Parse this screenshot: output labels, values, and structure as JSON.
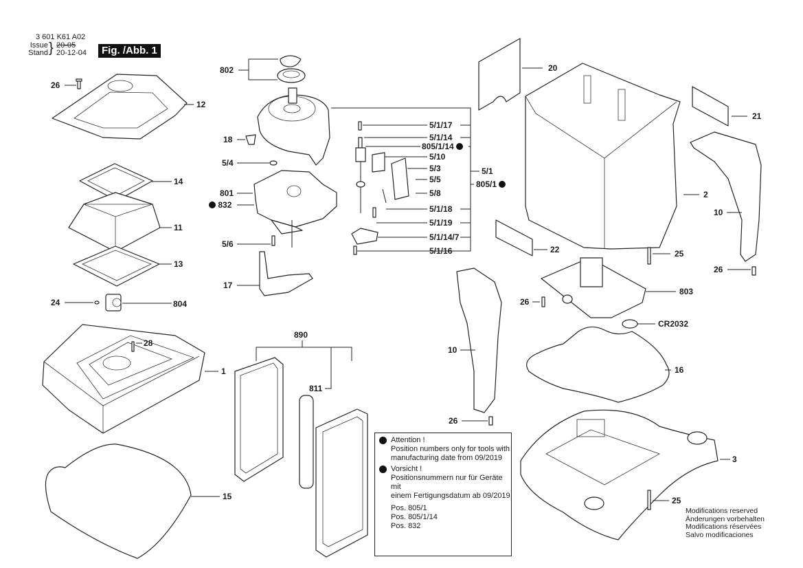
{
  "header": {
    "part_number": "3 601 K61 A02",
    "issue_label": "Issue",
    "stand_label": "Stand",
    "issue_old": "20-05",
    "stand_date": "20-12-04",
    "figure_label": "Fig. /Abb. 1"
  },
  "callouts": {
    "c26a": "26",
    "c12": "12",
    "c14": "14",
    "c11": "11",
    "c13": "13",
    "c24": "24",
    "c804": "804",
    "c28": "28",
    "c1": "1",
    "c15": "15",
    "c802": "802",
    "c18": "18",
    "c5_4": "5/4",
    "c801": "801",
    "c832": "832",
    "c5_6": "5/6",
    "c17": "17",
    "c5_1_17": "5/1/17",
    "c5_1_14": "5/1/14",
    "c805_1_14": "805/1/14",
    "c5_10": "5/10",
    "c5_3": "5/3",
    "c5_5": "5/5",
    "c5_8": "5/8",
    "c5_1_18": "5/1/18",
    "c5_1_19": "5/1/19",
    "c5_1_14_7": "5/1/14/7",
    "c5_1_16": "5/1/16",
    "c5_1": "5/1",
    "c805_1": "805/1",
    "c890": "890",
    "c811": "811",
    "c20": "20",
    "c21": "21",
    "c2": "2",
    "c10a": "10",
    "c26b": "26",
    "c22": "22",
    "c25a": "25",
    "c803": "803",
    "c26c": "26",
    "cCR2032": "CR2032",
    "c10b": "10",
    "c16": "16",
    "c26d": "26",
    "c3": "3",
    "c25b": "25"
  },
  "note": {
    "en_title": "Attention !",
    "en_text_1": "Position numbers only for tools with",
    "en_text_2": "manufacturing date from 09/2019",
    "de_title": "Vorsicht !",
    "de_text_1": "Positionsnummern nur für Geräte mit",
    "de_text_2": "einem Fertigungsdatum ab 09/2019",
    "positions": [
      "Pos. 805/1",
      "Pos. 805/1/14",
      "Pos. 832"
    ]
  },
  "modifications": [
    "Modifications reserved",
    "Änderungen vorbehalten",
    "Modifications réservées",
    "Salvo modificaciones"
  ]
}
